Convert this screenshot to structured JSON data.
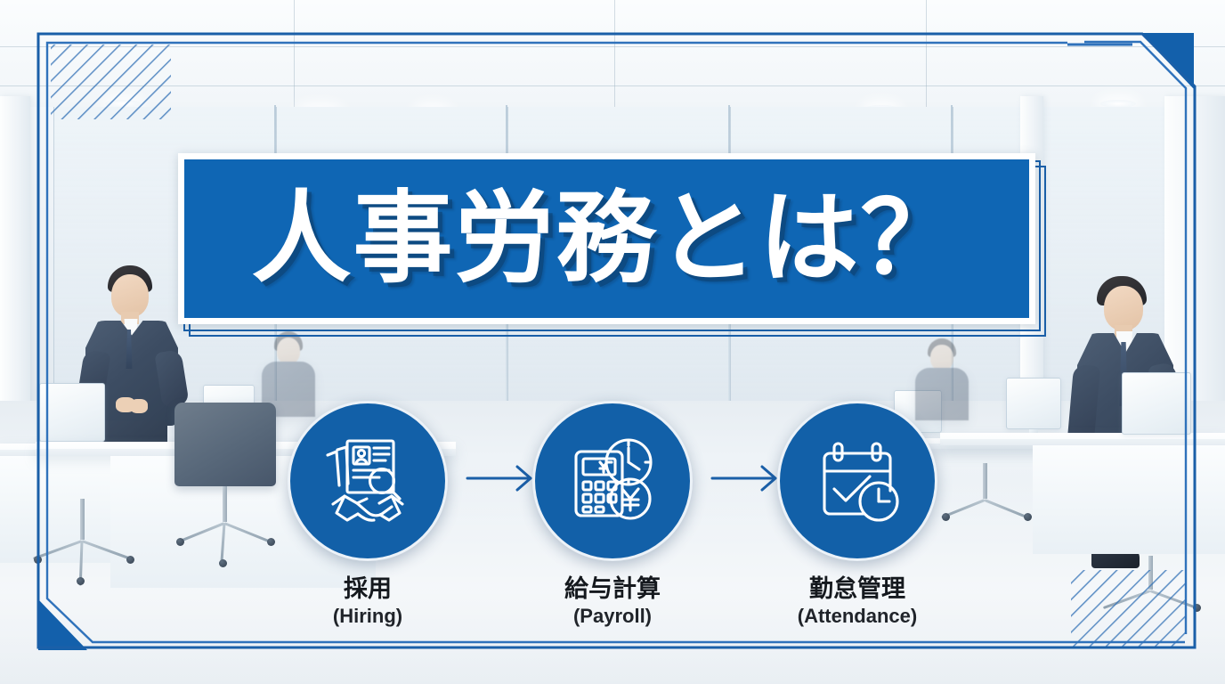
{
  "slide": {
    "title": "人事労務とは？",
    "accent_blue": "#0f66b4",
    "circle_blue": "#1260a8",
    "line_blue": "#1a5fa8",
    "banner_text_color": "#ffffff"
  },
  "flow": {
    "arrow_1_name": "arrow-hiring-to-payroll",
    "arrow_2_name": "arrow-payroll-to-attendance",
    "steps": [
      {
        "id": "hiring",
        "label_ja": "採用",
        "label_en": "(Hiring)",
        "icon": "resume-magnifier-handshake-icon"
      },
      {
        "id": "payroll",
        "label_ja": "給与計算",
        "label_en": "(Payroll)",
        "icon": "calculator-yen-clock-icon"
      },
      {
        "id": "attendance",
        "label_ja": "勤怠管理",
        "label_en": "(Attendance)",
        "icon": "calendar-check-clock-icon"
      }
    ]
  },
  "decor": {
    "top_left": "diagonal-hatch-block",
    "top_right": "solid-triangle-chamfer",
    "bottom_left": "solid-triangle-chamfer",
    "bottom_right": "diagonal-hatch-block"
  },
  "background": {
    "scene": "modern-white-office-interior",
    "people": [
      {
        "id": "left-businessman",
        "pose": "standing"
      },
      {
        "id": "right-businessman",
        "pose": "standing-hand-in-pocket"
      },
      {
        "id": "bg-worker-left",
        "pose": "seated-faded"
      },
      {
        "id": "bg-worker-right",
        "pose": "seated-faded"
      }
    ]
  }
}
